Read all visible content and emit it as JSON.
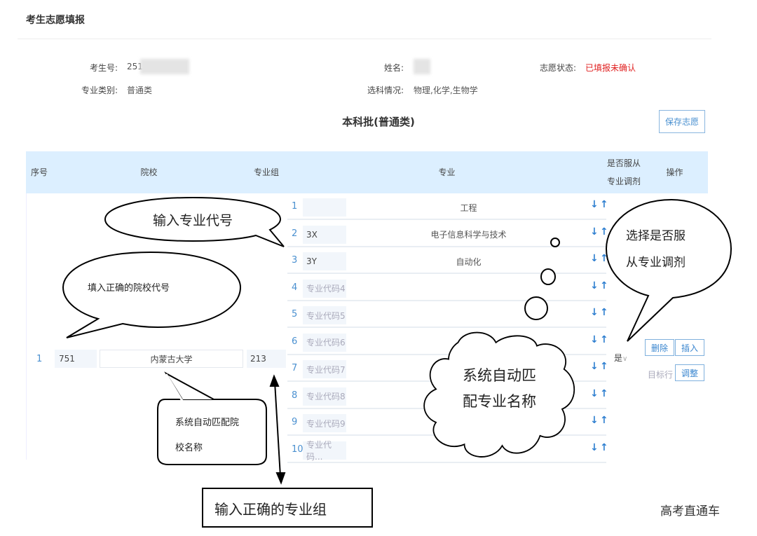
{
  "header": {
    "title": "考生志愿填报"
  },
  "info": {
    "exam_no_label": "考生号:",
    "exam_no_value": "251",
    "name_label": "姓名:",
    "status_label": "志愿状态:",
    "status_value": "已填报未确认",
    "category_label": "专业类别:",
    "category_value": "普通类",
    "subjects_label": "选科情况:",
    "subjects_value": "物理,化学,生物学"
  },
  "section_title": "本科批(普通类)",
  "save_label": "保存志愿",
  "table": {
    "headers": {
      "index": "序号",
      "school": "院校",
      "group": "专业组",
      "major": "专业",
      "adjust_line1": "是否服从",
      "adjust_line2": "专业调剂",
      "ops": "操作"
    },
    "row": {
      "index": "1",
      "school_code": "751",
      "school_name": "内蒙古大学",
      "group": "213",
      "adjust": "是",
      "adjust_caret": "∨"
    },
    "majors": [
      {
        "n": "1",
        "code": "",
        "name": "工程"
      },
      {
        "n": "2",
        "code": "3X",
        "name": "电子信息科学与技术"
      },
      {
        "n": "3",
        "code": "3Y",
        "name": "自动化"
      },
      {
        "n": "4",
        "code": "专业代码4",
        "name": ""
      },
      {
        "n": "5",
        "code": "专业代码5",
        "name": ""
      },
      {
        "n": "6",
        "code": "专业代码6",
        "name": ""
      },
      {
        "n": "7",
        "code": "专业代码7",
        "name": ""
      },
      {
        "n": "8",
        "code": "专业代码8",
        "name": ""
      },
      {
        "n": "9",
        "code": "专业代码9",
        "name": ""
      },
      {
        "n": "10",
        "code": "专业代码...",
        "name": ""
      }
    ],
    "ops": {
      "delete": "删除",
      "insert": "插入",
      "target_row": "目标行",
      "adjust": "调整"
    }
  },
  "annotations": {
    "school_code": "填入正确的院校代号",
    "major_code": "输入专业代号",
    "adjust_choice_1": "选择是否服",
    "adjust_choice_2": "从专业调剂",
    "auto_major_1": "系统自动匹",
    "auto_major_2": "配专业名称",
    "auto_school_1": "系统自动匹配院",
    "auto_school_2": "校名称",
    "group": "输入正确的专业组"
  },
  "watermark": "高考直通车"
}
